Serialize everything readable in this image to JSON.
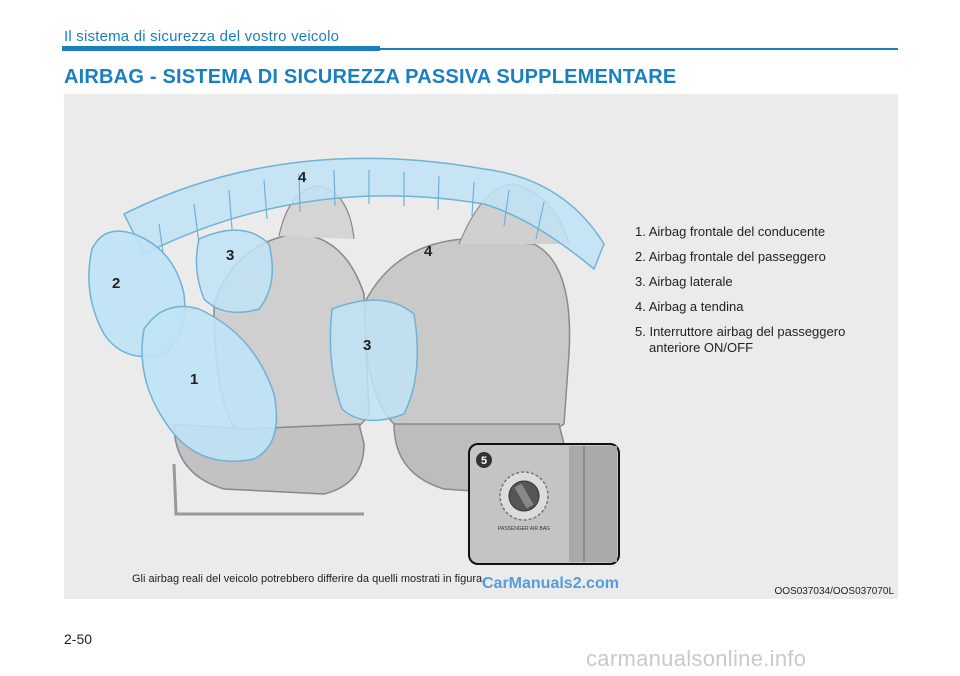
{
  "header": {
    "section": "Il sistema di sicurezza del vostro veicolo",
    "title": "AIRBAG - SISTEMA DI SICUREZZA PASSIVA SUPPLEMENTARE"
  },
  "figure": {
    "callouts": [
      "1",
      "2",
      "3",
      "4",
      "3",
      "4",
      "5"
    ],
    "legend": [
      "1. Airbag frontale del conducente",
      "2. Airbag frontale del passeggero",
      "3. Airbag laterale",
      "4. Airbag a tendina",
      "5. Interruttore airbag del passeggero",
      "anteriore ON/OFF"
    ],
    "caption": "Gli airbag reali del veicolo potrebbero differire da quelli mostrati in figura.",
    "code": "OOS037034/OOS037070L",
    "inset_switch_label": "PASSENGER AIR BAG"
  },
  "footer": {
    "page_number": "2-50",
    "overlay_watermark": "CarManuals2.com",
    "site_watermark": "carmanualsonline.info"
  },
  "colors": {
    "brand_blue": "#1a7fc0",
    "airbag_fill": "#bfe3f5",
    "panel_bg": "#ebebeb"
  }
}
